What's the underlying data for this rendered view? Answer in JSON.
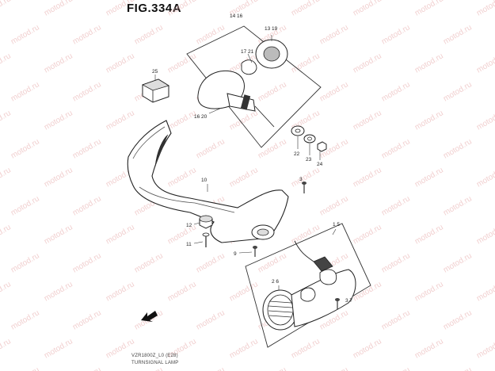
{
  "figure": {
    "title": "FIG.334A",
    "caption_model": "VZR1800Z_L0 (E28)",
    "caption_name": "TURNSIGNAL LAMP"
  },
  "watermark": {
    "text": "motod.ru",
    "color": "#e6a8a8"
  },
  "callouts": {
    "c14_16": "14 16",
    "c13_19": "13 19",
    "c17_21": "17 21",
    "c16_20": "16 20",
    "c25": "25",
    "c22": "22",
    "c23": "23",
    "c24": "24",
    "c10": "10",
    "c3": "3",
    "c12": "12",
    "c11": "11",
    "c9": "9",
    "c1_5": "1 5",
    "c2_6": "2 6",
    "c3_7": "3 7"
  },
  "icons": {
    "front_arrow": "front-arrow-icon"
  }
}
